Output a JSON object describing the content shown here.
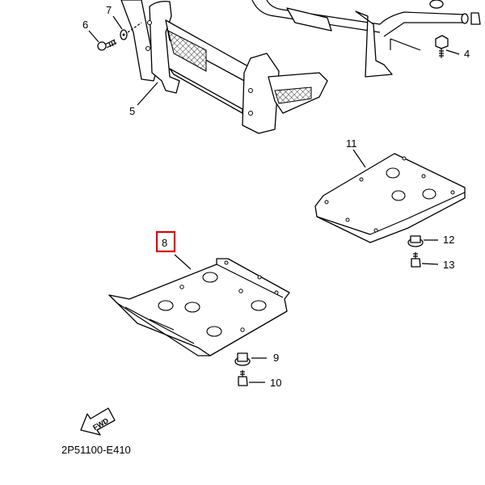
{
  "diagram": {
    "code": "2P51100-E410",
    "fwd_label": "FWD",
    "highlight_color": "#e00000",
    "highlighted_part": "8",
    "parts": {
      "p4": "4",
      "p5": "5",
      "p6": "6",
      "p7": "7",
      "p8": "8",
      "p9": "9",
      "p10": "10",
      "p11": "11",
      "p12": "12",
      "p13": "13"
    }
  }
}
